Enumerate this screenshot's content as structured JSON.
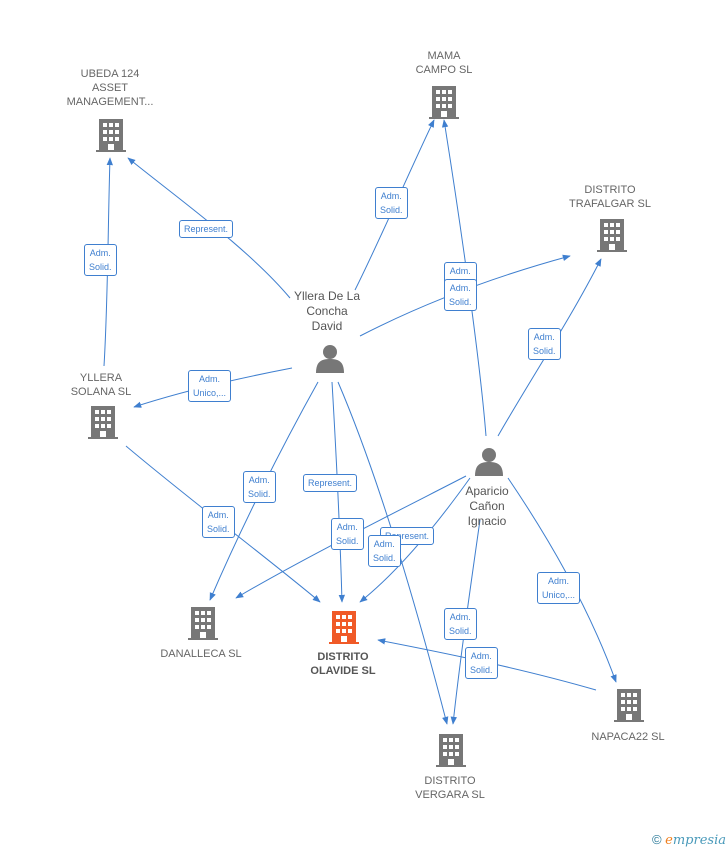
{
  "colors": {
    "edge": "#3f7fcf",
    "building": "#777777",
    "focus_building": "#f05a28",
    "person": "#777777"
  },
  "nodes": {
    "ubeda": "UBEDA 124\nASSET\nMANAGEMENT...",
    "mama": "MAMA\nCAMPO SL",
    "trafalgar": "DISTRITO\nTRAFALGAR  SL",
    "yllera_david": "Yllera De La\nConcha\nDavid",
    "yllera_solana": "YLLERA\nSOLANA  SL",
    "aparicio": "Aparicio\nCañon\nIgnacio",
    "danalleca": "DANALLECA  SL",
    "olavide": "DISTRITO\nOLAVIDE  SL",
    "napaca": "NAPACA22  SL",
    "vergara": "DISTRITO\nVERGARA  SL"
  },
  "edge_tags": {
    "represent_1": "Represent.",
    "adm_solid_1": "Adm.\nSolid.",
    "adm_solid_2": "Adm.\nSolid.",
    "adm_solid_3": "Adm.\nSolid.",
    "adm_solid_4": "Adm.\nSolid.",
    "adm_unico_1": "Adm.\nUnico,...",
    "adm_solid_5": "Adm.\nSolid.",
    "adm_solid_6": "Adm.\nSolid.",
    "represent_2": "Represent.",
    "adm_solid_7": "Adm.\nSolid.",
    "adm_solid_8": "Adm.\nSolid.",
    "represent_3": "Represent.",
    "adm_unico_2": "Adm.\nUnico,...",
    "adm_solid_9": "Adm.\nSolid.",
    "adm_solid_10": "Adm.\nSolid.",
    "adm_solid_11": "Adm.\nSolid."
  },
  "footer": {
    "copyright": "©",
    "brand_e": "e",
    "brand_rest": "mpresia"
  }
}
